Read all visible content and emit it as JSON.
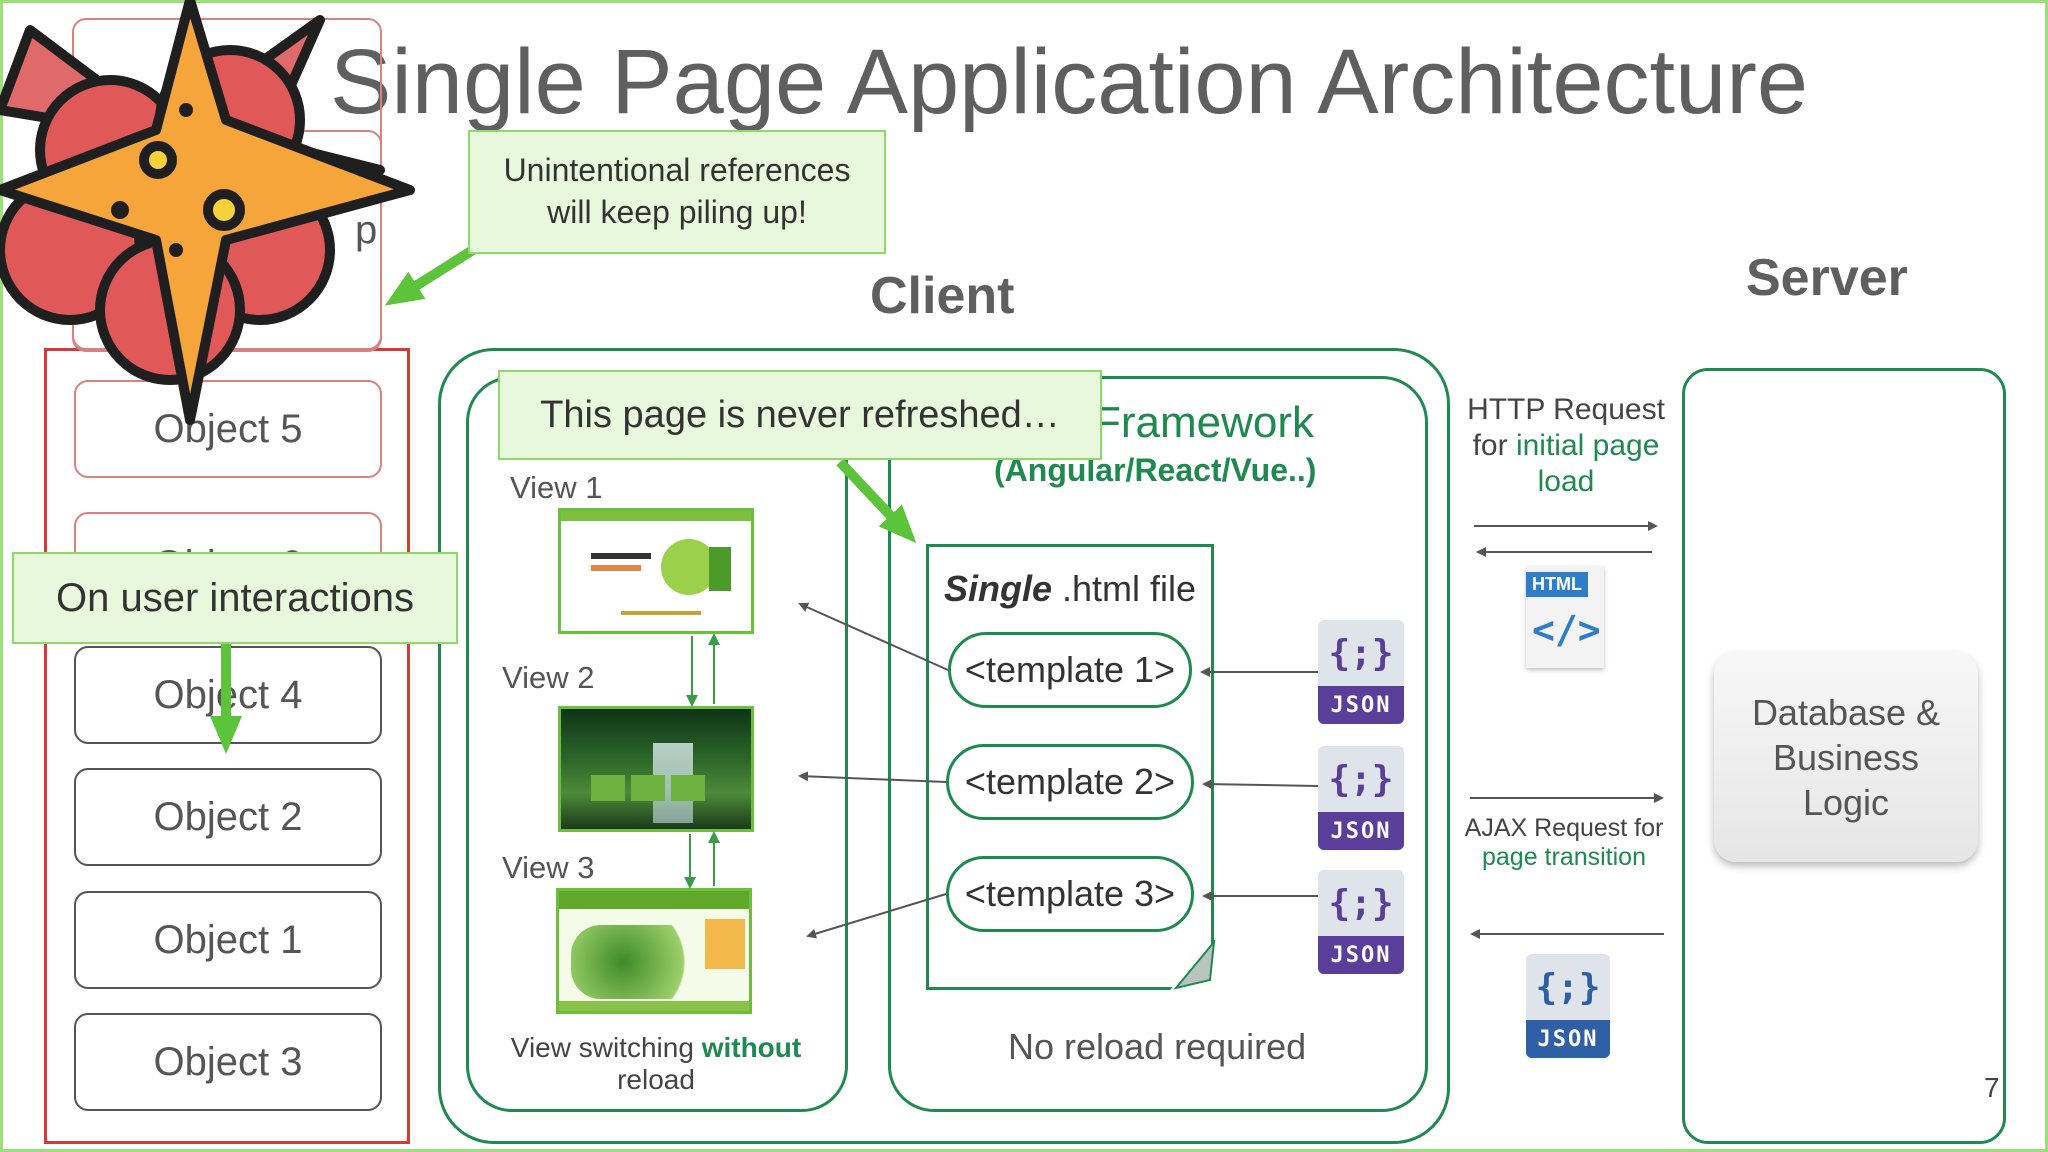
{
  "title": "Single Page Application Architecture",
  "client_header": "Client",
  "server_header": "Server",
  "memory_stack": {
    "objects": [
      "Object 5",
      "Object 4",
      "Object 2",
      "Object 1",
      "Object 3"
    ],
    "partial_label": "Object 6"
  },
  "callouts": {
    "unintentional": "Unintentional references will keep piling up!",
    "user_interactions": "On user interactions",
    "never_refreshed": "This page is never refreshed…"
  },
  "framework": {
    "title": "Framework",
    "subtitle": "(Angular/React/Vue..)",
    "file_label_bold": "Single",
    "file_label_rest": " .html file",
    "templates": [
      "<template 1>",
      "<template 2>",
      "<template 3>"
    ],
    "footer": "No reload required"
  },
  "views": {
    "labels": [
      "View 1",
      "View 2",
      "View 3"
    ],
    "footer_pre": "View switching ",
    "footer_bold": "without",
    "footer_post": "reload"
  },
  "http": {
    "line1": "HTTP Request",
    "line2_pre": "for ",
    "line2_hl": "initial page",
    "line3": "load",
    "html_badge": "HTML",
    "html_code": "</>"
  },
  "ajax": {
    "line1": "AJAX Request for",
    "line2": "page transition"
  },
  "json_icon": {
    "braces": "{;}",
    "label": "JSON"
  },
  "server_box": "Database & Business Logic",
  "page_number": "7",
  "colors": {
    "accent_green": "#1e8a50",
    "callout_bg": "#e8f8dc",
    "callout_border": "#8fd86a",
    "memory_red": "#d33a3a",
    "json_purple": "#5b3d9a"
  }
}
